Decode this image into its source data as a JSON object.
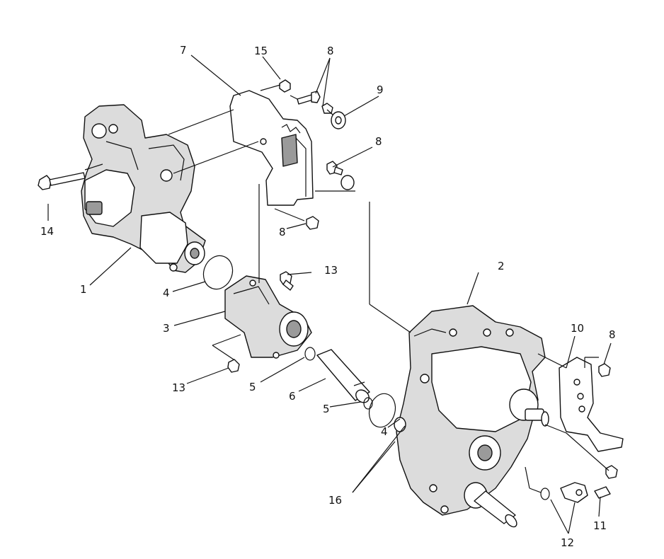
{
  "diagram": {
    "callouts": [
      {
        "id": "c1",
        "text": "1"
      },
      {
        "id": "c2",
        "text": "2"
      },
      {
        "id": "c3",
        "text": "3"
      },
      {
        "id": "c4a",
        "text": "4"
      },
      {
        "id": "c4b",
        "text": "4"
      },
      {
        "id": "c5a",
        "text": "5"
      },
      {
        "id": "c5b",
        "text": "5"
      },
      {
        "id": "c6",
        "text": "6"
      },
      {
        "id": "c7",
        "text": "7"
      },
      {
        "id": "c8a",
        "text": "8"
      },
      {
        "id": "c8b",
        "text": "8"
      },
      {
        "id": "c8c",
        "text": "8"
      },
      {
        "id": "c8d",
        "text": "8"
      },
      {
        "id": "c9",
        "text": "9"
      },
      {
        "id": "c10",
        "text": "10"
      },
      {
        "id": "c11",
        "text": "11"
      },
      {
        "id": "c12",
        "text": "12"
      },
      {
        "id": "c13a",
        "text": "13"
      },
      {
        "id": "c13b",
        "text": "13"
      },
      {
        "id": "c14",
        "text": "14"
      },
      {
        "id": "c15",
        "text": "15"
      },
      {
        "id": "c16",
        "text": "16"
      }
    ],
    "colors": {
      "line": "#111111",
      "background": "#ffffff",
      "part_fill": "#dcdcdc"
    }
  }
}
